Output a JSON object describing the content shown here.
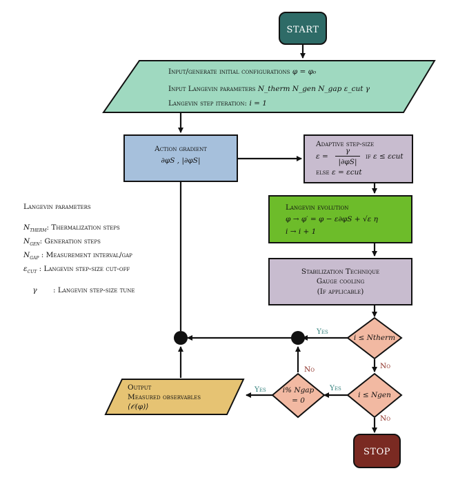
{
  "start": {
    "label": "START"
  },
  "stop": {
    "label": "STOP"
  },
  "input": {
    "line1": "Input/generate initial configurations",
    "line1_math": "φ = φ₀",
    "line2": "Input Langevin parameters",
    "line2_math": "N_therm  N_gen  N_gap  ε_cut  γ",
    "line3": "Langevin step iteration:",
    "line3_math": "i = 1"
  },
  "action": {
    "title": "Action gradient",
    "math": "∂φS , |∂φS|"
  },
  "adaptive": {
    "title": "Adaptive step-size",
    "eq_lhs": "ε =",
    "numerator": "γ",
    "denominator": "|∂φS|",
    "cond1": "if",
    "cond1_math": "ε ≤ εcut",
    "else": "else",
    "else_math": "ε = εcut"
  },
  "evolution": {
    "title": "Langevin evolution",
    "eq1": "φ → φ′ = φ − ε∂φS + √ε η",
    "eq2": "i → i + 1"
  },
  "stabilization": {
    "line1": "Stabilization Technique",
    "line2": "Gauge cooling",
    "line3": "(If applicable)"
  },
  "decisions": {
    "therm": "i ≤ Ntherm",
    "gen": "i ≤ Ngen",
    "gap_top": "i% Ngap",
    "gap_bottom": "= 0"
  },
  "output": {
    "line1": "Output",
    "line2": "Measured observables",
    "line3": "⟨𝒪(φ)⟩"
  },
  "labels": {
    "yes": "Yes",
    "no": "No"
  },
  "legend": {
    "title": "Langevin parameters",
    "items": [
      {
        "sym": "N",
        "subsym": "therm",
        "sep": ": ",
        "text": "Thermalization steps"
      },
      {
        "sym": "N",
        "subsym": "gen",
        "sep": ": ",
        "text": "Generation steps"
      },
      {
        "sym": "N",
        "subsym": "gap",
        "sep": " : ",
        "text": "Measurement interval/gap"
      },
      {
        "sym": "ε",
        "subsym": "cut",
        "sep": " : ",
        "text": "Langevin step-size cut-off"
      },
      {
        "sym": "γ",
        "subsym": "",
        "sep": "       : ",
        "text": "Langevin step-size tune"
      }
    ]
  },
  "colors": {
    "start": "#2e6b67",
    "stop": "#7a2a22",
    "input": "#9fd9c0",
    "action": "#a6c0dc",
    "adaptive": "#c8bccf",
    "evolution": "#6dbc2a",
    "stabilization": "#c8bccf",
    "decision": "#f2b9a2",
    "output": "#e6c373"
  }
}
